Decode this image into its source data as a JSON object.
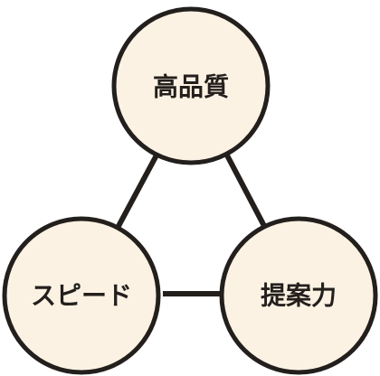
{
  "diagram": {
    "nodes": [
      {
        "id": "top",
        "label": "高品質"
      },
      {
        "id": "bottom-left",
        "label": "スピード"
      },
      {
        "id": "bottom-right",
        "label": "提案力"
      }
    ],
    "colors": {
      "node_fill": "#fcf2e4",
      "stroke": "#231f1c",
      "background": "#ffffff"
    }
  }
}
